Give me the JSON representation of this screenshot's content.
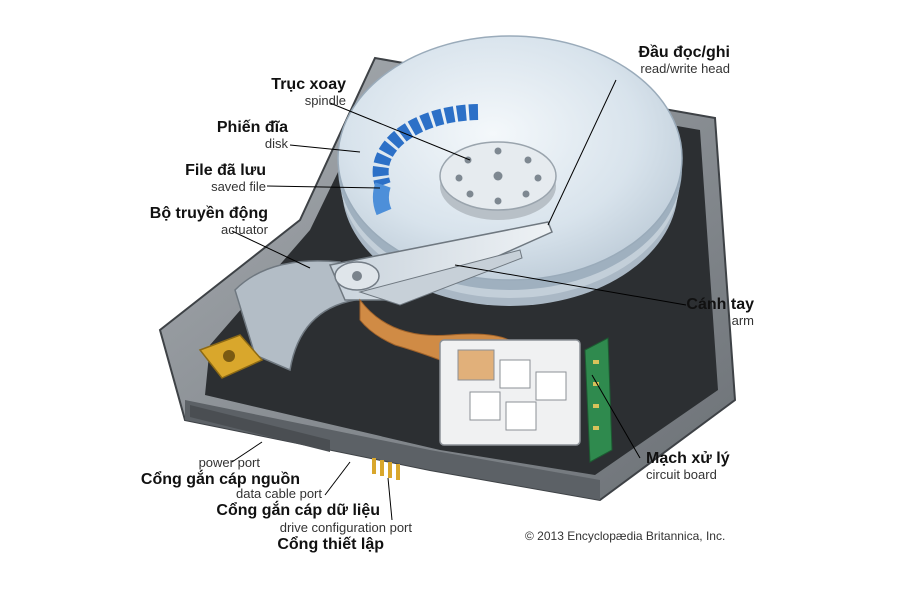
{
  "labels": {
    "spindle": {
      "vi": "Trục xoay",
      "en": "spindle"
    },
    "disk": {
      "vi": "Phiến đĩa",
      "en": "disk"
    },
    "saved_file": {
      "vi": "File đã lưu",
      "en": "saved file"
    },
    "actuator": {
      "vi": "Bộ truyền động",
      "en": "actuator"
    },
    "read_write_head": {
      "vi": "Đầu đọc/ghi",
      "en": "read/write head"
    },
    "arm": {
      "vi": "Cánh tay",
      "en": "arm"
    },
    "circuit_board": {
      "vi": "Mạch xử lý",
      "en": "circuit board"
    },
    "power_port": {
      "en": "power port",
      "vi": "Cổng gắn cáp nguồn"
    },
    "data_cable_port": {
      "en": "data cable port",
      "vi": "Cổng gắn cáp dữ liệu"
    },
    "drive_config_port": {
      "en": "drive configuration port",
      "vi": "Cổng thiết lập"
    }
  },
  "copyright": "© 2013 Encyclopædia Britannica, Inc.",
  "colors": {
    "case": "#8a8f94",
    "case_dark": "#4b4f53",
    "platter": "#dfe8f0",
    "platter_edge": "#b9c6d2",
    "track": "#2b6fc4",
    "ribbon": "#d4833a",
    "brass": "#d9a72c",
    "board": "#2f8a4e",
    "leader": "#000000"
  }
}
